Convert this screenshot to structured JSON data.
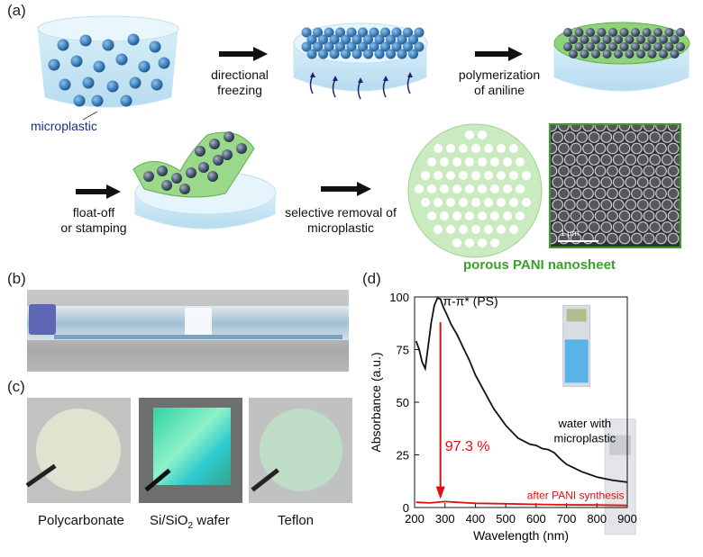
{
  "panel_labels": {
    "a": "(a)",
    "b": "(b)",
    "c": "(c)",
    "d": "(d)"
  },
  "panel_a": {
    "microplastic_label": "microplastic",
    "step1": [
      "directional",
      "freezing"
    ],
    "step2": [
      "polymerization",
      "of aniline"
    ],
    "step3": [
      "float-off",
      "or stamping"
    ],
    "step4": [
      "selective removal of",
      "microplastic"
    ],
    "product_label": "porous PANI nanosheet",
    "scale_bar": "1 μm"
  },
  "panel_c": {
    "substrates": [
      "Polycarbonate",
      "Si/SiO",
      "Teflon"
    ],
    "si_sub": "2",
    "si_suffix": " wafer"
  },
  "chart_data": {
    "type": "line",
    "xlabel": "Wavelength (nm)",
    "ylabel": "Absorbance (a.u.)",
    "xlim": [
      200,
      900
    ],
    "ylim": [
      0,
      100
    ],
    "xticks": [
      200,
      300,
      400,
      500,
      600,
      700,
      800,
      900
    ],
    "yticks": [
      0,
      25,
      50,
      75,
      100
    ],
    "colors": {
      "before": "#111111",
      "after": "#dd1111"
    },
    "series": [
      {
        "name": "water with microplastic",
        "x": [
          205,
          215,
          225,
          235,
          245,
          255,
          265,
          275,
          285,
          295,
          305,
          320,
          340,
          360,
          380,
          400,
          430,
          460,
          500,
          540,
          580,
          600,
          620,
          640,
          660,
          680,
          700,
          750,
          800,
          850,
          900
        ],
        "y": [
          79,
          75,
          69,
          66,
          77,
          88,
          96,
          99.5,
          99,
          95,
          92,
          87,
          82,
          76,
          70,
          63,
          55,
          47,
          39,
          33,
          30,
          29.5,
          28,
          27.5,
          26,
          23,
          20.5,
          17,
          14.5,
          13,
          12
        ]
      },
      {
        "name": "after PANI synthesis",
        "x": [
          205,
          250,
          300,
          350,
          400,
          500,
          600,
          700,
          800,
          900
        ],
        "y": [
          2.5,
          2.2,
          2.8,
          2.4,
          2.0,
          1.8,
          1.5,
          1.3,
          1.2,
          1.0
        ]
      }
    ],
    "annotations": {
      "peak": "π-π* (PS)",
      "reduction": "97.3 %",
      "after_label": "after PANI synthesis",
      "before_label": [
        "water with",
        "microplastic"
      ]
    }
  }
}
